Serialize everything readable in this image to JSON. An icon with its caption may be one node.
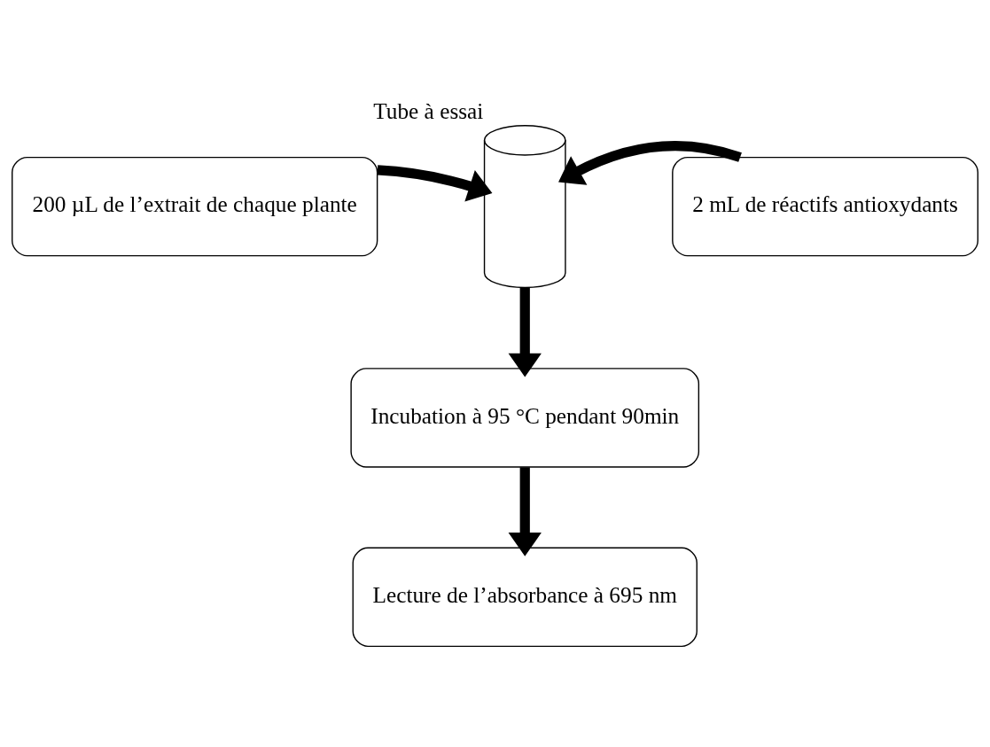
{
  "diagram": {
    "nodes": [
      {
        "text": [
          "200 µL de l’extrait de chaque plante"
        ]
      },
      {
        "text": [],
        "shape": "cylinder",
        "beside": [
          "Tube à essai"
        ]
      },
      {
        "text": [
          "2 mL de réactifs antioxydants"
        ]
      },
      {
        "text": [
          "Incubation à 95 °C pendant 90min"
        ]
      },
      {
        "text": [
          "Lecture de l’absorbance à 695 nm"
        ]
      }
    ],
    "edges": [
      {
        "from": 0,
        "to": 1,
        "arrow": "to"
      },
      {
        "from": 2,
        "to": 1,
        "arrow": "to"
      },
      {
        "from": 1,
        "to": 3,
        "arrow": "to"
      },
      {
        "from": 3,
        "to": 4,
        "arrow": "to"
      }
    ]
  }
}
